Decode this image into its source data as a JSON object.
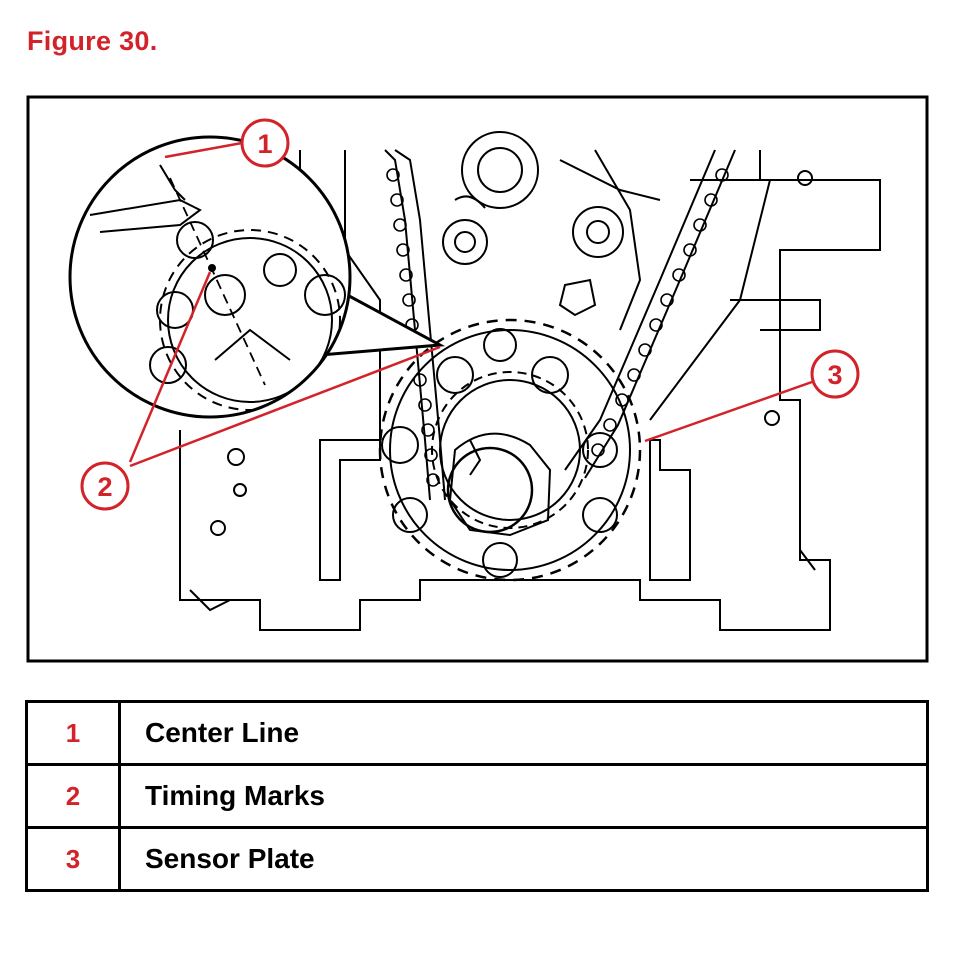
{
  "figure": {
    "title": "Figure 30."
  },
  "callouts": [
    {
      "number": "1",
      "label": "Center Line"
    },
    {
      "number": "2",
      "label": "Timing Marks"
    },
    {
      "number": "3",
      "label": "Sensor Plate"
    }
  ],
  "colors": {
    "accent": "#d2232a",
    "line": "#000000"
  }
}
